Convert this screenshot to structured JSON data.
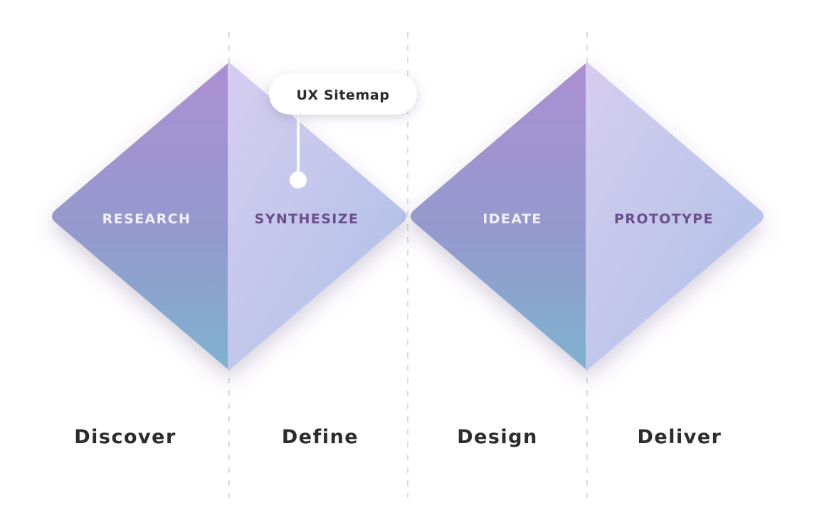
{
  "diagram": {
    "halves": [
      {
        "label": "RESEARCH"
      },
      {
        "label": "SYNTHESIZE"
      },
      {
        "label": "IDEATE"
      },
      {
        "label": "PROTOTYPE"
      }
    ],
    "phases": [
      "Discover",
      "Define",
      "Design",
      "Deliver"
    ],
    "callout": {
      "label": "UX Sitemap"
    }
  },
  "colors": {
    "left_half_top": "#a98fd1",
    "left_half_bottom": "#7fb0cf",
    "right_half_top": "#d2c9ee",
    "right_half_bottom": "#b0bfe6",
    "left_half_text": "#f2f0fb",
    "right_half_text": "#6a4f8a",
    "phase_text": "#2c2c2c",
    "divider": "#cfcfcf"
  }
}
